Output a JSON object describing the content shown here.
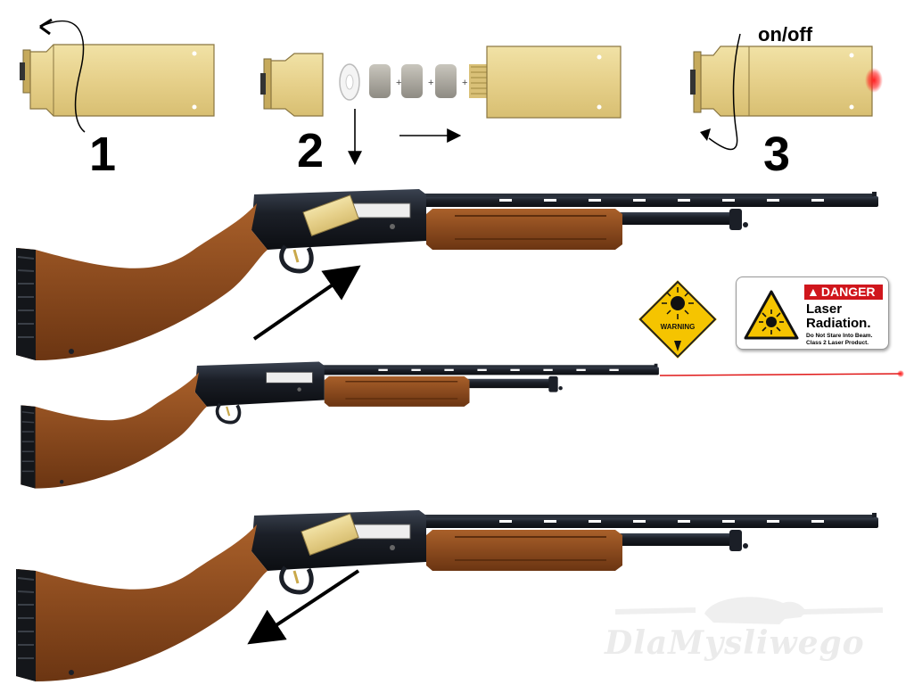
{
  "steps": {
    "step1": "1",
    "step2": "2",
    "step3": "3"
  },
  "step3_switch_label": "on/off",
  "warning_sign": {
    "label": "WARNING"
  },
  "danger_label": {
    "header": "DANGER",
    "title_line1": "Laser",
    "title_line2": "Radiation.",
    "note_line1": "Do Not Stare Into Beam.",
    "note_line2": "Class 2 Laser Product."
  },
  "watermark": "DlaMysliwego",
  "colors": {
    "brass": "#e8d48f",
    "brass_dark": "#cdb468",
    "wood": "#8a4a1e",
    "gun_black": "#1b1f27",
    "laser_red": "#e01818",
    "danger_red": "#d0161c",
    "warning_yellow": "#f5c400"
  }
}
